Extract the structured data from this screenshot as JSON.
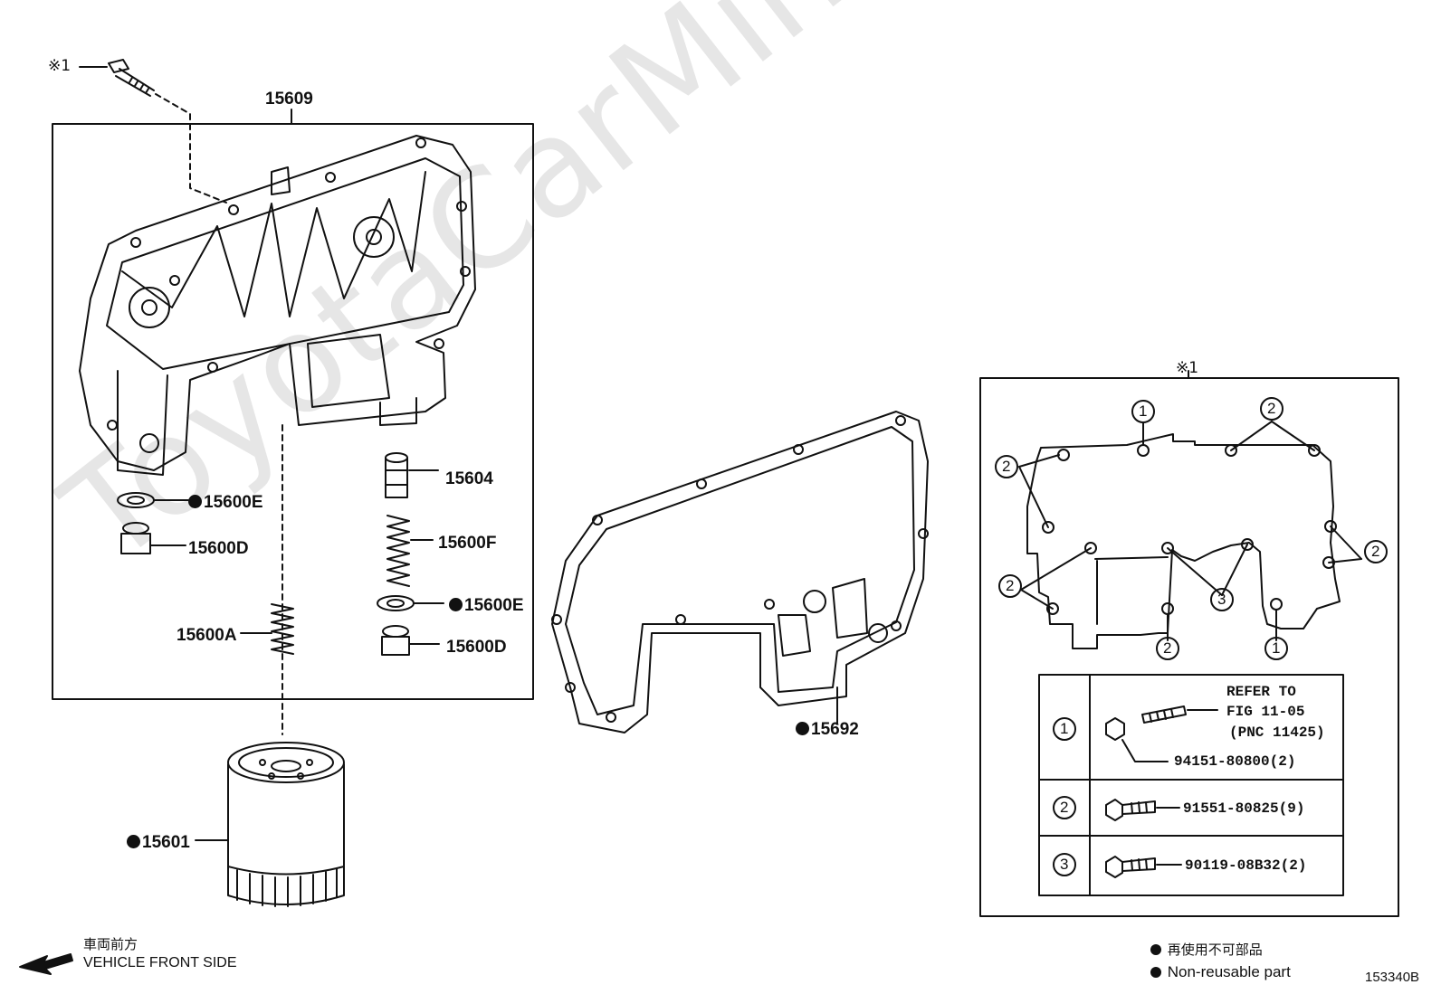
{
  "watermark": "ToyotaCarMine.ru",
  "labels": {
    "ref_mark_bolt": "※1",
    "part_15609": "15609",
    "part_15604": "15604",
    "part_15600E_a": "15600E",
    "part_15600D_a": "15600D",
    "part_15600F": "15600F",
    "part_15600E_b": "15600E",
    "part_15600A": "15600A",
    "part_15600D_b": "15600D",
    "part_15601": "15601",
    "part_15692": "15692",
    "detail_mark": "※1"
  },
  "callouts": {
    "c1a": "1",
    "c2a": "2",
    "c2b": "2",
    "c2c": "2",
    "c2d": "2",
    "c3": "3",
    "c2e": "2",
    "c1b": "1"
  },
  "table": {
    "refer_line1": "REFER TO",
    "refer_line2": "FIG 11-05",
    "refer_line3": "(PNC 11425)",
    "rows": [
      {
        "num": "1",
        "part": "94151-80800(2)"
      },
      {
        "num": "2",
        "part": "91551-80825(9)"
      },
      {
        "num": "3",
        "part": "90119-08B32(2)"
      }
    ]
  },
  "front": {
    "jp": "車両前方",
    "en": "VEHICLE FRONT SIDE"
  },
  "legend": {
    "jp": "再使用不可部品",
    "en": "Non-reusable part"
  },
  "figure_id": "153340B"
}
